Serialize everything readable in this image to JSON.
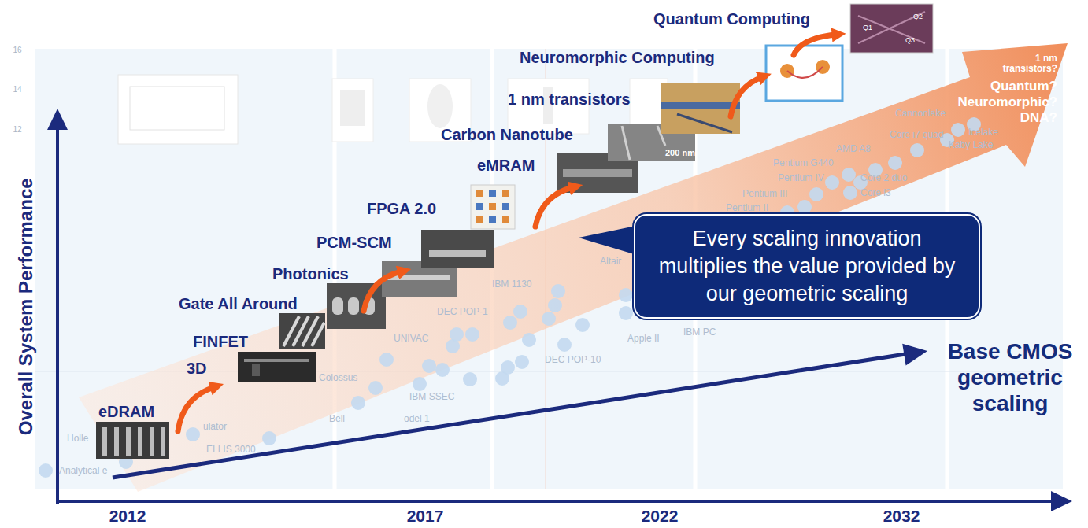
{
  "diagram": {
    "nodes": [
      {
        "text": [
          "Every scaling innovation multiplies the value provided by our geometric scaling"
        ]
      }
    ],
    "labels": [
      "16",
      "14",
      "12",
      "Overall System Performance",
      "2012",
      "2017",
      "2022",
      "2032",
      "Base CMOS geometric scaling",
      "eDRAM",
      "3D",
      "FINFET",
      "Gate All Around",
      "Photonics",
      "PCM-SCM",
      "FPGA 2.0",
      "eMRAM",
      "Carbon Nanotube",
      "200 nm",
      "1 nm transistors",
      "Neuromorphic Computing",
      "Quantum Computing",
      "Q1",
      "Q2",
      "Q3",
      "1 nm transistors?",
      "Quantum?",
      "Neuromorphic?",
      "DNA?",
      "Analytical e",
      "Holle",
      "ulator",
      "ELLIS 3000",
      "Colossus",
      "Bell",
      "odel 1",
      "UNIVAC",
      "IBM SSEC",
      "DEC POP-1",
      "IBM 1130",
      "DEC POP-10",
      "Apple II",
      "IBM PC",
      "Altair",
      "Pentium II",
      "Pentium III",
      "Pentium IV",
      "Pentium G440",
      "AMD A8",
      "Core 2 duo",
      "Core i3",
      "Core i7 quad",
      "Cannonlake",
      "Kaby Lake",
      "Icelake"
    ]
  }
}
